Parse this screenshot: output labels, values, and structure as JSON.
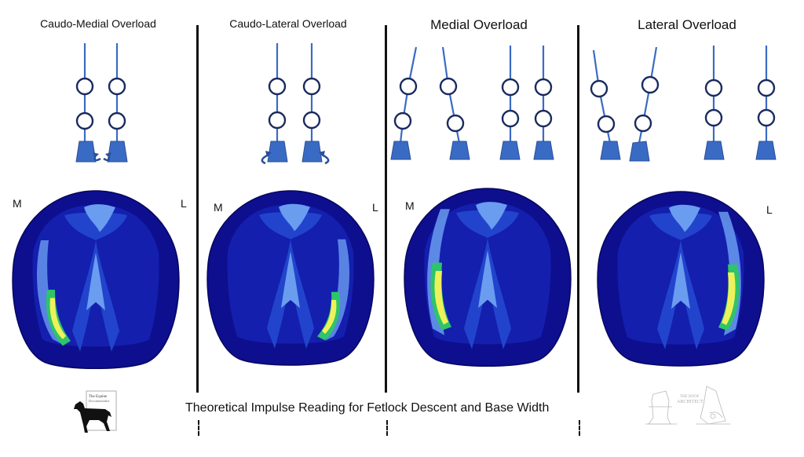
{
  "panels": [
    {
      "title": "Caudo-Medial Overload",
      "left_label": "M",
      "right_label": "L"
    },
    {
      "title": "Caudo-Lateral Overload",
      "left_label": "M",
      "right_label": "L"
    },
    {
      "title": "Medial Overload",
      "left_label": "M",
      "right_label": ""
    },
    {
      "title": "Lateral Overload",
      "left_label": "",
      "right_label": "L"
    }
  ],
  "caption": "Theoretical Impulse Reading for Fetlock Descent and Base Width",
  "logos": {
    "left": {
      "line1": "The Equine",
      "line2": "Documentalist"
    },
    "right": {
      "line1": "THE HOOF",
      "line2": "ARCHITECT"
    }
  },
  "colors": {
    "limb": "#3a6bc4",
    "joint_stroke": "#1a2a5e",
    "hoof_base": "#0d0f8f",
    "region_mid": "#2244cc",
    "region_light": "#6a9cf0",
    "hot_green": "#2ec46a",
    "hot_yellow": "#eef25a"
  }
}
